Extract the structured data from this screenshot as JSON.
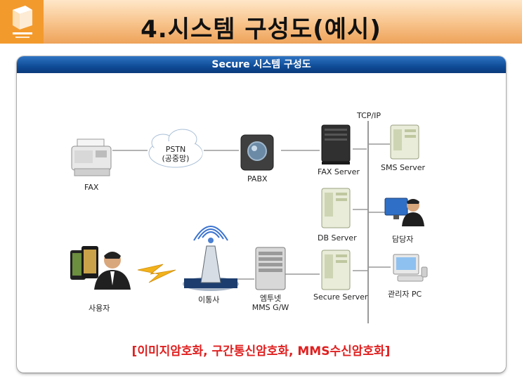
{
  "page": {
    "title": "4.시스템 구성도(예시)"
  },
  "diagram": {
    "header": "Secure 시스템 구성도",
    "network_label": "TCP/IP",
    "nodes": {
      "fax": "FAX",
      "pstn_line1": "PSTN",
      "pstn_line2": "(공중망)",
      "pabx": "PABX",
      "fax_server": "FAX Server",
      "sms_server": "SMS Server",
      "db_server": "DB Server",
      "manager": "담당자",
      "user": "사용자",
      "carrier": "이통사",
      "gw_line1": "엠투넷",
      "gw_line2": "MMS G/W",
      "secure_server": "Secure Server",
      "admin_pc": "관리자 PC"
    },
    "footer": "[이미지암호화, 구간통신암호화, MMS수신암호화]"
  },
  "colors": {
    "header_blue": "#0f4c97",
    "footer_red": "#e02020",
    "logo_orange": "#f39a2d"
  }
}
